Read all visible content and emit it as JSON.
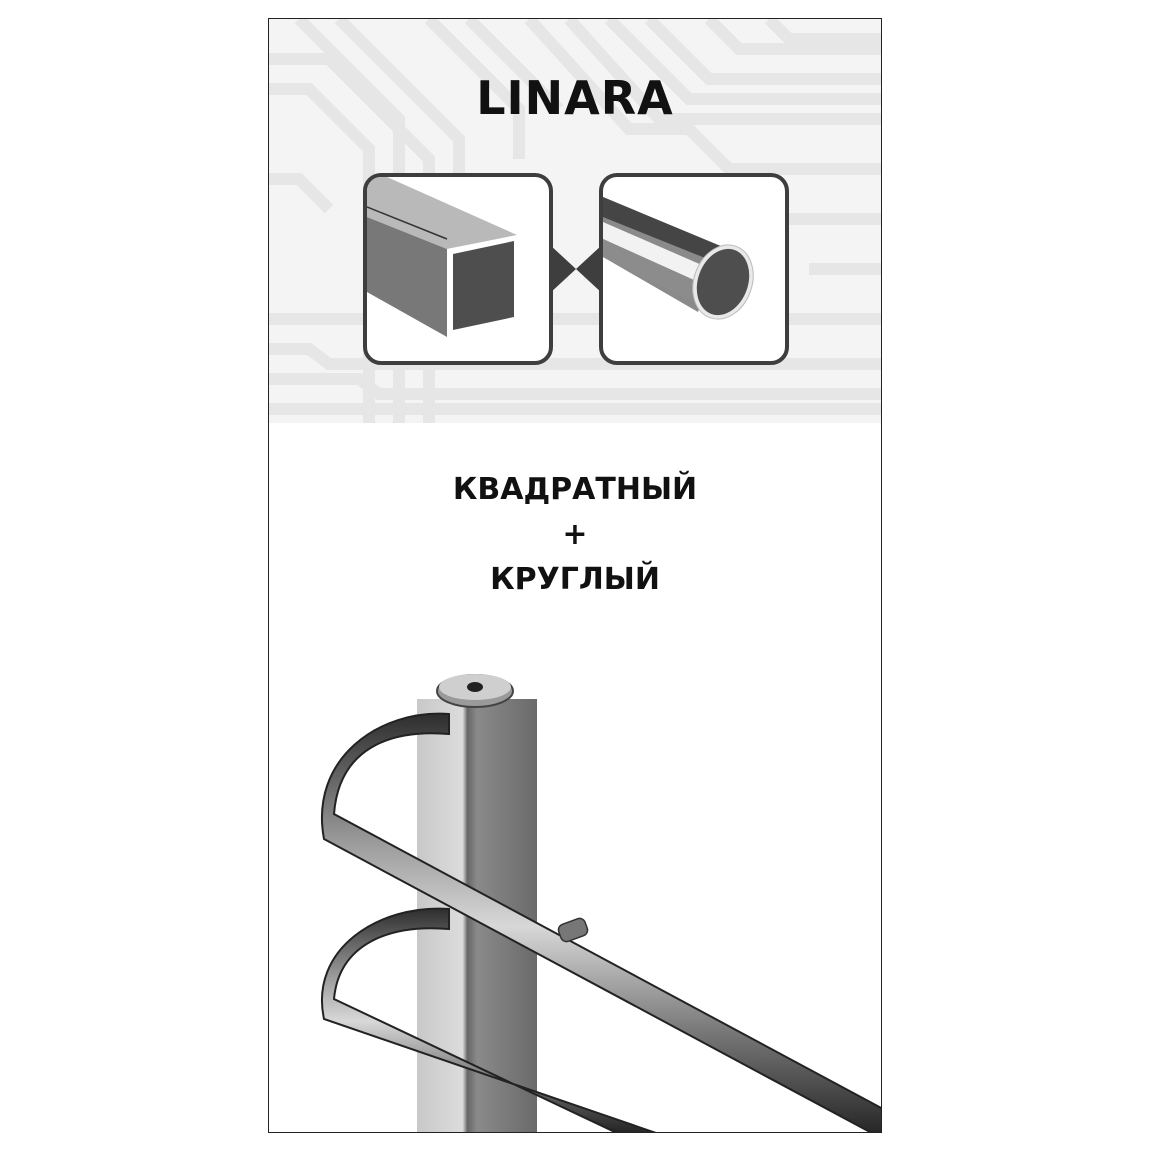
{
  "brand": {
    "title": "LINARA"
  },
  "profiles": {
    "square": {
      "icon": "square-tube-icon",
      "label": "square profile"
    },
    "round": {
      "icon": "round-tube-icon",
      "label": "round profile"
    }
  },
  "caption": {
    "line1": "КВАДРАТНЫЙ",
    "line2": "+",
    "line3": "КРУГЛЫЙ"
  },
  "colors": {
    "frame": "#222222",
    "tile_border": "#3e3e3e",
    "text": "#111111",
    "background_top": "#f4f4f4"
  }
}
